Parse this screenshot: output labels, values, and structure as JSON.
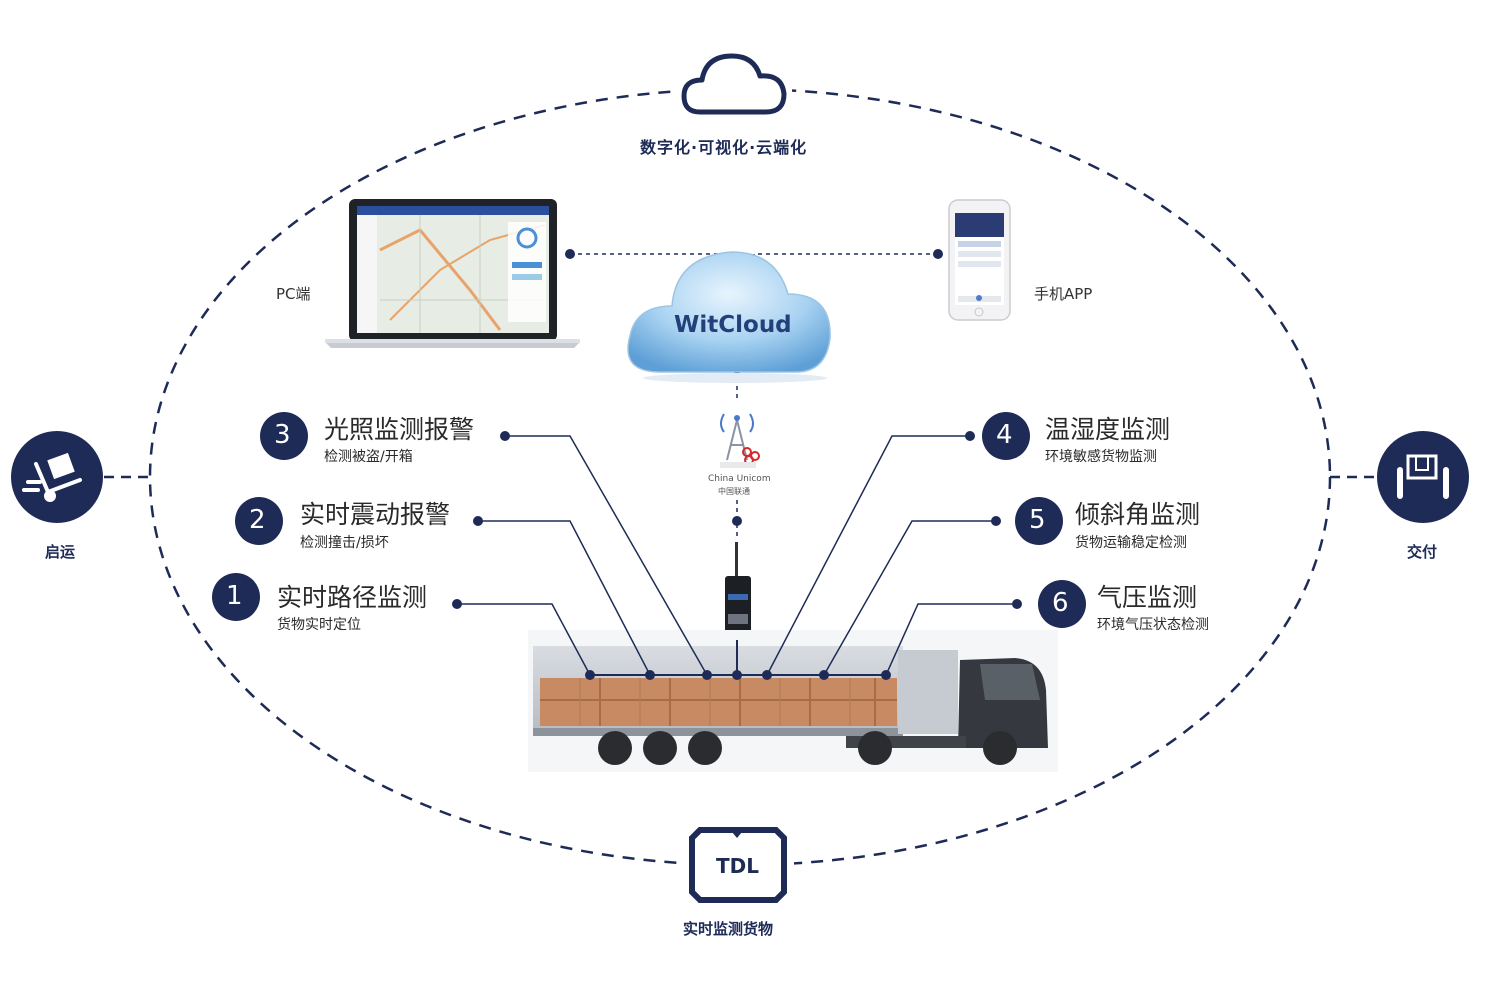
{
  "tagline": "数字化·可视化·云端化",
  "cloud": {
    "name": "WitCloud"
  },
  "pc": {
    "label": "PC端"
  },
  "app": {
    "label": "手机APP"
  },
  "start": {
    "label": "启运"
  },
  "deliver": {
    "label": "交付"
  },
  "tdl": {
    "device": "TDL",
    "label": "实时监测货物"
  },
  "carrier": {
    "name_en": "China Unicom",
    "name_cn": "中国联通"
  },
  "features": [
    {
      "num": "1",
      "title": "实时路径监测",
      "sub": "货物实时定位"
    },
    {
      "num": "2",
      "title": "实时震动报警",
      "sub": "检测撞击/损坏"
    },
    {
      "num": "3",
      "title": "光照监测报警",
      "sub": "检测被盗/开箱"
    },
    {
      "num": "4",
      "title": "温湿度监测",
      "sub": "环境敏感货物监测"
    },
    {
      "num": "5",
      "title": "倾斜角监测",
      "sub": "货物运输稳定检测"
    },
    {
      "num": "6",
      "title": "气压监测",
      "sub": "环境气压状态检测"
    }
  ],
  "colors": {
    "navy": "#1e2b57",
    "cloud": "#8fc3ec",
    "cargo": "#c88a62"
  }
}
